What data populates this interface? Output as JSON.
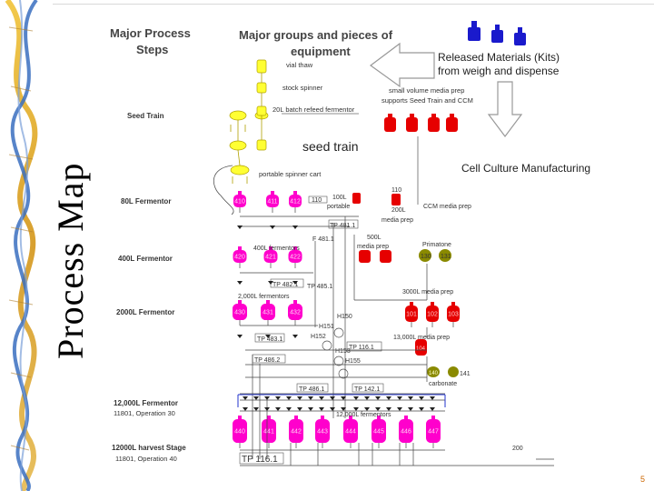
{
  "slide_title": "Process Map",
  "page_number": "5",
  "headers": {
    "steps": [
      "Major Process",
      "Steps"
    ],
    "equipment": [
      "Major  groups and pieces of",
      "equipment"
    ]
  },
  "released_materials": [
    "Released Materials (Kits)",
    "from weigh and dispense"
  ],
  "cell_culture_label": "Cell Culture Manufacturing",
  "stages": [
    {
      "name": "Seed Train"
    },
    {
      "name": "80L Fermentor"
    },
    {
      "name": "400L Fermentor"
    },
    {
      "name": "2000L Fermentor"
    },
    {
      "name": "12,000L Fermentor",
      "sub": "11801, Operation 30"
    },
    {
      "name": "12000L harvest Stage",
      "sub": "11801, Operation 40"
    }
  ],
  "labels": {
    "vial_thaw": "vial thaw",
    "stock_spinner": "stock spinner",
    "batch_refeed": "20L batch refeed fermentor",
    "small_media_1": "small volume media prep",
    "small_media_2": "supports Seed Train and CCM",
    "seed_train": "seed train",
    "portable_cart": "portable spinner cart",
    "ccm_media_prep": "CCM media prep",
    "l100": "100L",
    "portable": "portable",
    "l200": "200L",
    "media_prep": "media prep",
    "n110": "110",
    "n130": "130",
    "n131": "131",
    "l500": "500L",
    "media_prep_500": "media prep",
    "primatone": "Primatone",
    "fermentors_400": "400L fermentors",
    "fermentors_2000": "2,000L fermentors",
    "media_3000": "3000L media prep",
    "media_13000": "13,000L media prep",
    "carbonate": "carbonate",
    "n141": "141",
    "fermentors_12000": "12,000L fermentors",
    "n200": "200",
    "tp481": "TP 481.1",
    "f481": "F 481.1",
    "tp482": "TP 482.1",
    "tp485": "TP 485.1",
    "h150": "H150",
    "h151": "H151",
    "h152": "H152",
    "h153": "H153",
    "h155": "H155",
    "tp483": "TP 483.1",
    "tp116": "TP 116.1",
    "tp486_2": "TP 486.2",
    "tp486_1": "TP 486.1",
    "tp142": "TP 142.1",
    "tp116_bottom": "TP 116.1",
    "n110b": "110"
  },
  "vessels_80": [
    "410",
    "411",
    "412"
  ],
  "vessels_400": [
    "420",
    "421",
    "422"
  ],
  "vessels_2000": [
    "430",
    "431",
    "432"
  ],
  "media_2000": [
    "101",
    "102",
    "103"
  ],
  "vessel_104": "104",
  "vessel_140": "140",
  "vessels_12000": [
    "440",
    "441",
    "442",
    "443",
    "444",
    "445",
    "446",
    "447"
  ],
  "colors": {
    "magenta": "#ff00cc",
    "red": "#e60000",
    "olive": "#8a8a00",
    "yellow": "#ffff33",
    "blue": "#0000cc",
    "page_number": "#cc6600"
  }
}
